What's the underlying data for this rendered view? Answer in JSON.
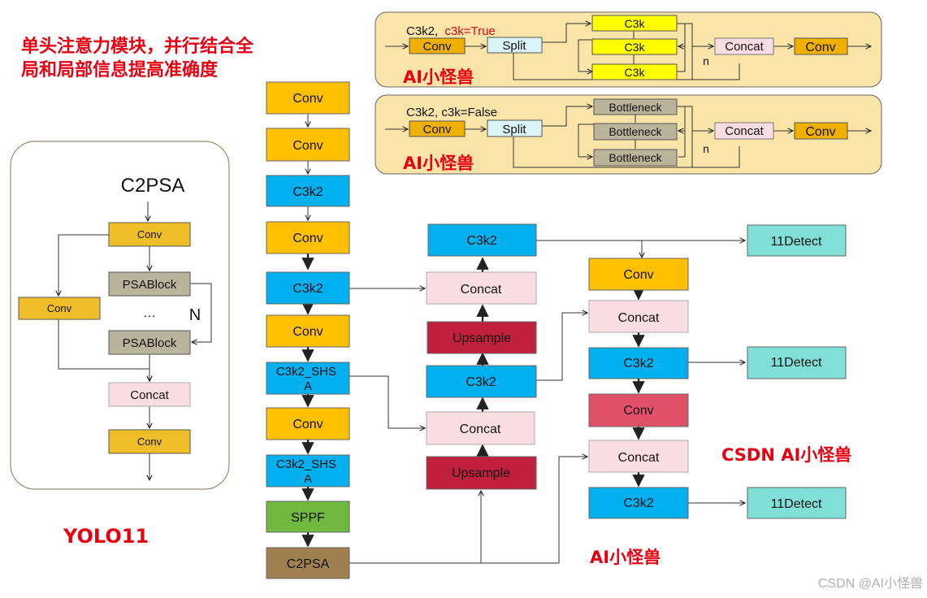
{
  "annotations": {
    "description": "单头注意力模块，并行结合全局和局部信息提高准确度",
    "description_line1": "单头注意力模块，并行结合全",
    "description_line2": "局和局部信息提高准确度",
    "model_name": "YOLO11",
    "author_tag": "AI小怪兽",
    "csdn_tag": "CSDN AI小怪兽",
    "watermark": "CSDN @AI小怪兽"
  },
  "colors": {
    "conv": "#ffc000",
    "c3k2": "#00b0f0",
    "concat": "#fadee4",
    "upsample": "#c0203c",
    "conv_red": "#e05068",
    "sppf": "#70b840",
    "c2psa": "#a08050",
    "detect": "#80e0d8",
    "c3k": "#ffff00",
    "bottleneck": "#bcb39b",
    "split": "#daf4f8",
    "psablock": "#bcb39b",
    "c2psa_conv": "#f0be28",
    "panel_fill": "#fbe4a8",
    "red_text": "#e60012"
  },
  "c2psa_module": {
    "title": "C2PSA",
    "conv_top": "Conv",
    "conv_side": "Conv",
    "psablock_1": "PSABlock",
    "ellipsis": "…",
    "psablock_2": "PSABlock",
    "repeat": "N",
    "concat": "Concat",
    "conv_bottom": "Conv"
  },
  "c3k2_true": {
    "title_prefix": "C3k2,",
    "title_flag": "c3k=True",
    "conv_in": "Conv",
    "split": "Split",
    "c3k_1": "C3k",
    "c3k_2": "C3k",
    "c3k_3": "C3k",
    "concat": "Concat",
    "conv_out": "Conv",
    "repeat": "n"
  },
  "c3k2_false": {
    "title": "C3k2, c3k=False",
    "conv_in": "Conv",
    "split": "Split",
    "bottleneck_1": "Bottleneck",
    "bottleneck_2": "Bottleneck",
    "bottleneck_3": "Bottleneck",
    "concat": "Concat",
    "conv_out": "Conv",
    "repeat": "n"
  },
  "backbone": {
    "layers": [
      "Conv",
      "Conv",
      "C3k2",
      "Conv",
      "C3k2",
      "Conv",
      "C3k2_SHSA",
      "Conv",
      "C3k2_SHSA",
      "SPPF",
      "C2PSA"
    ]
  },
  "neck_left": {
    "c3k2_top": "C3k2",
    "concat_1": "Concat",
    "upsample_1": "Upsample",
    "c3k2_mid": "C3k2",
    "concat_2": "Concat",
    "upsample_2": "Upsample"
  },
  "neck_right": {
    "conv_1": "Conv",
    "concat_1": "Concat",
    "c3k2_1": "C3k2",
    "conv_2": "Conv",
    "concat_2": "Concat",
    "c3k2_2": "C3k2"
  },
  "heads": [
    "11Detect",
    "11Detect",
    "11Detect"
  ]
}
